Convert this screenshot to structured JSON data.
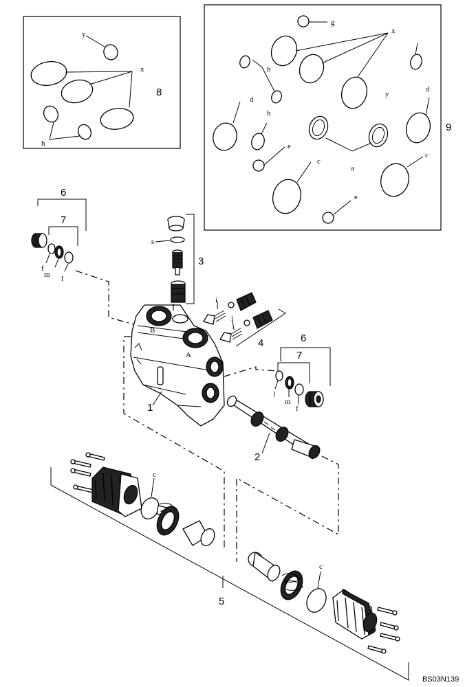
{
  "drawing_code": "BS03N139",
  "callouts": {
    "c1": "1",
    "c2": "2",
    "c3": "3",
    "c4": "4",
    "c5": "5",
    "c6a": "6",
    "c6b": "6",
    "c7a": "7",
    "c7b": "7",
    "c8": "8",
    "c9": "9"
  },
  "body_marks": {
    "port_a": "A",
    "port_b": "B"
  },
  "kit_letters": {
    "k8_y": "y",
    "k8_x": "x",
    "k8_h": "h",
    "k9_g": "g",
    "k9_x": "x",
    "k9_h": "h",
    "k9_y": "y",
    "k9_d1": "d",
    "k9_d2": "d",
    "k9_b": "b",
    "k9_e1": "e",
    "k9_c1": "c",
    "k9_a": "a",
    "k9_c2": "c",
    "k9_e2": "e"
  },
  "part_letters": {
    "p3_s": "s",
    "p4_i1": "i",
    "p4_i2": "i",
    "p6l_f": "f",
    "p6l_m": "m",
    "p6l_l": "l",
    "p6r_l": "l",
    "p6r_m": "m",
    "p6r_f": "f",
    "p5_c1": "c",
    "p5_c2": "c"
  }
}
